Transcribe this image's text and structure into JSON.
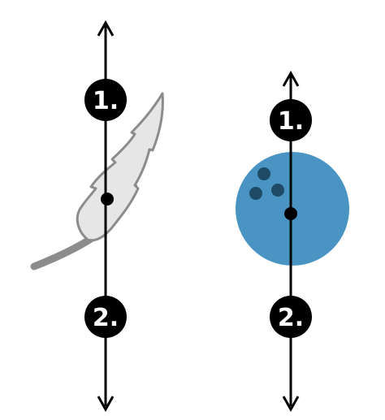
{
  "colors": {
    "background": "#ffffff",
    "arrow": "#000000",
    "label_circle": "#000000",
    "label_text": "#ffffff",
    "feather_fill": "#e6e6e6",
    "feather_stroke": "#8c8c8c",
    "ball_fill": "#4a94c4",
    "ball_holes": "#1e4a66",
    "center_dot": "#000000"
  },
  "feather_diagram": {
    "object": "feather-icon",
    "force_labels": {
      "up": "1.",
      "down": "2."
    }
  },
  "ball_diagram": {
    "object": "bowling-ball-icon",
    "force_labels": {
      "up": "1.",
      "down": "2."
    }
  }
}
